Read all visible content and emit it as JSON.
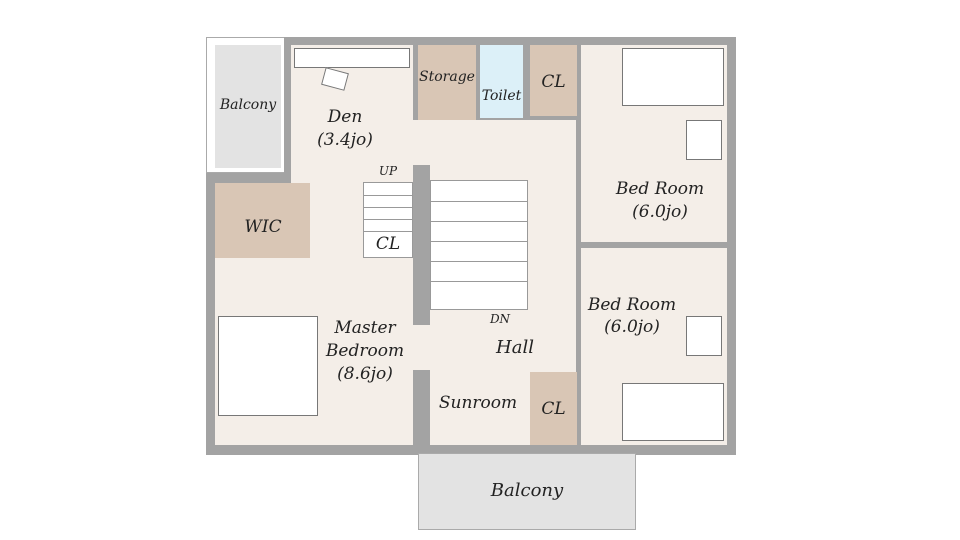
{
  "rooms": {
    "balcony_upper": "Balcony",
    "den": "Den",
    "den_size": "(3.4jo)",
    "storage": "Storage",
    "toilet": "Toilet",
    "cl_top": "CL",
    "bedroom1": "Bed Room",
    "bedroom1_size": "(6.0jo)",
    "wic": "WIC",
    "cl_stair": "CL",
    "up": "UP",
    "dn": "DN",
    "bedroom2": "Bed Room",
    "bedroom2_size": "(6.0jo)",
    "master": "Master",
    "master2": "Bedroom",
    "master_size": "(8.6jo)",
    "hall": "Hall",
    "sunroom": "Sunroom",
    "cl_bottom": "CL",
    "balcony_lower": "Balcony"
  },
  "colors": {
    "wall": "#a3a3a3",
    "floor": "#f4eee8",
    "storage": "#d9c6b5",
    "balcony": "#e3e3e3",
    "toilet": "#dcf0f8"
  }
}
